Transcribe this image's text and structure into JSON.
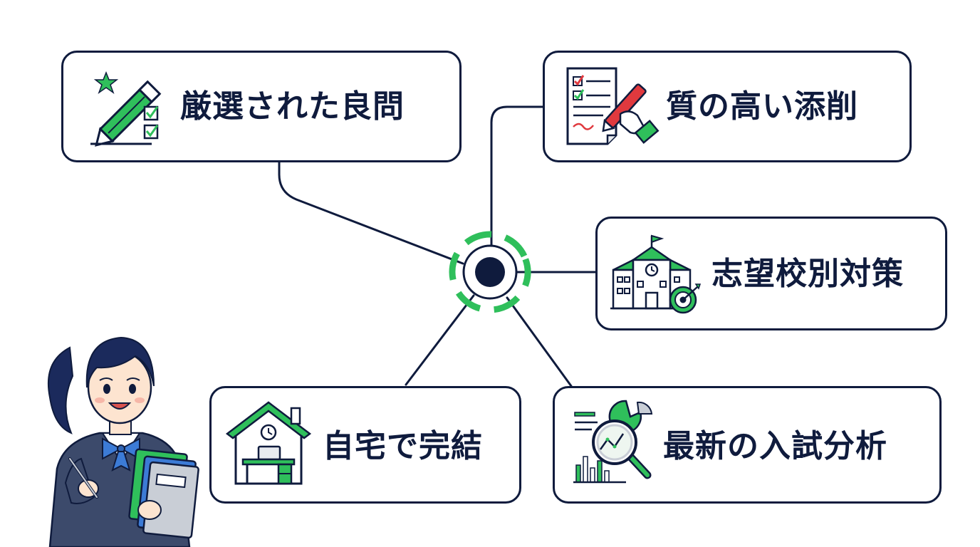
{
  "colors": {
    "navy": "#0f1b3d",
    "green": "#2fbf5b",
    "green_dark": "#1f9a48",
    "gray": "#7a7f8a"
  },
  "cards": [
    {
      "id": "selected-problems",
      "label": "厳選された良問",
      "icon": "pencil-checklist-icon"
    },
    {
      "id": "quality-correction",
      "label": "質の高い添削",
      "icon": "document-correction-icon"
    },
    {
      "id": "school-strategy",
      "label": "志望校別対策",
      "icon": "school-target-icon"
    },
    {
      "id": "complete-at-home",
      "label": "自宅で完結",
      "icon": "home-desk-icon"
    },
    {
      "id": "exam-analysis",
      "label": "最新の入試分析",
      "icon": "analysis-magnifier-icon"
    }
  ],
  "hub": {
    "icon": "hub-node-icon"
  },
  "illustration": {
    "icon": "student-with-notebooks-icon"
  }
}
